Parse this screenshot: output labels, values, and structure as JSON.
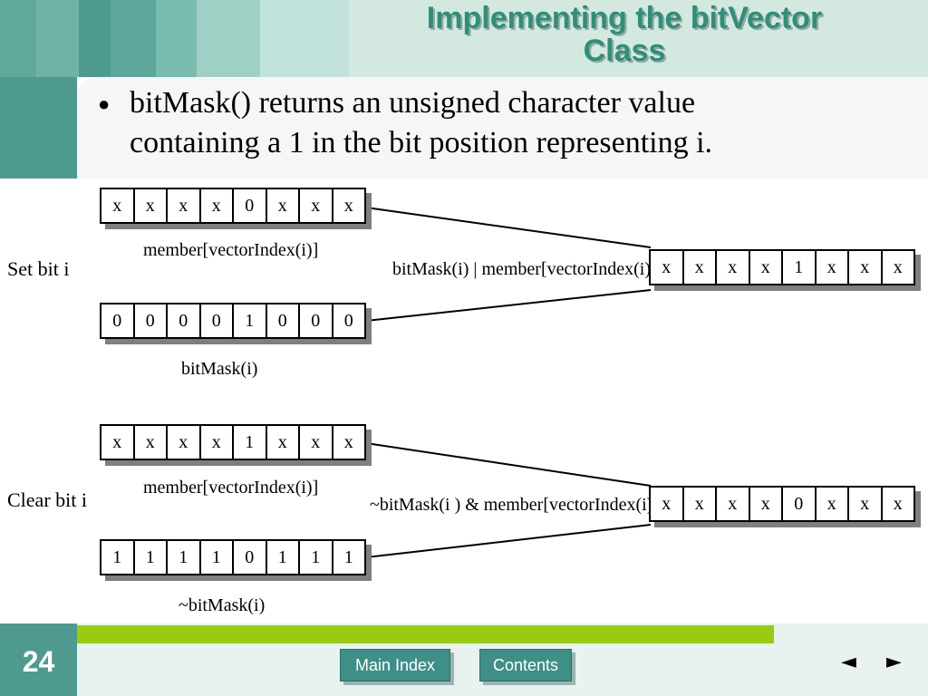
{
  "header": {
    "title_line1": "Implementing the bitVector",
    "title_line2": "Class",
    "stripe_colors": [
      "#5fa89a",
      "#6fb3a6",
      "#4f9a8e",
      "#5ea79c",
      "#7bbcb0",
      "#9fcfc5",
      "#c1e2da"
    ]
  },
  "bullet": {
    "line1": "bitMask() returns an unsigned character value",
    "line2": "containing a 1 in the bit position representing i."
  },
  "set_section": {
    "side_label": "Set bit i",
    "member_bits": [
      "x",
      "x",
      "x",
      "x",
      "0",
      "x",
      "x",
      "x"
    ],
    "member_label": "member[vectorIndex(i)]",
    "mask_bits": [
      "0",
      "0",
      "0",
      "0",
      "1",
      "0",
      "0",
      "0"
    ],
    "mask_label": "bitMask(i)",
    "result_label": "bitMask(i) | member[vectorIndex(i)]",
    "result_bits": [
      "x",
      "x",
      "x",
      "x",
      "1",
      "x",
      "x",
      "x"
    ]
  },
  "clear_section": {
    "side_label": "Clear bit i",
    "member_bits": [
      "x",
      "x",
      "x",
      "x",
      "1",
      "x",
      "x",
      "x"
    ],
    "member_label": "member[vectorIndex(i)]",
    "mask_bits": [
      "1",
      "1",
      "1",
      "1",
      "0",
      "1",
      "1",
      "1"
    ],
    "mask_label": "~bitMask(i)",
    "result_label": "~bitMask(i ) & member[vectorIndex(i)]",
    "result_bits": [
      "x",
      "x",
      "x",
      "x",
      "0",
      "x",
      "x",
      "x"
    ]
  },
  "footer": {
    "page_number": "24",
    "main_index_label": "Main Index",
    "contents_label": "Contents",
    "prev_arrow": "◄",
    "next_arrow": "►",
    "accent_color": "#99cc11"
  }
}
